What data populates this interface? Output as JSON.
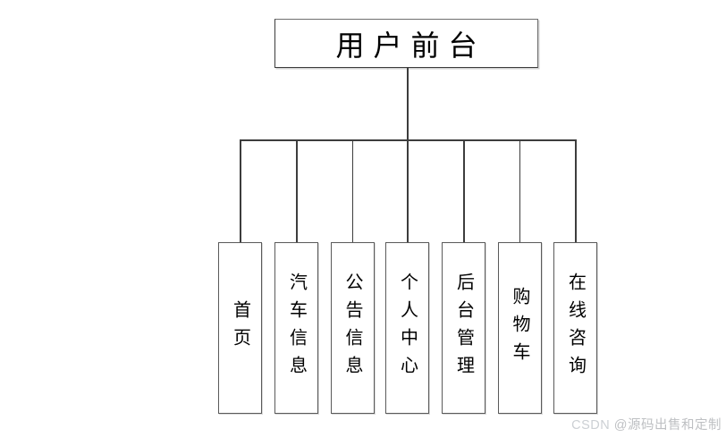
{
  "diagram": {
    "root": {
      "label": "用户前台"
    },
    "children": [
      {
        "label": "首页"
      },
      {
        "label": "汽车信息"
      },
      {
        "label": "公告信息"
      },
      {
        "label": "个人中心"
      },
      {
        "label": "后台管理"
      },
      {
        "label": "购物车"
      },
      {
        "label": "在线咨询"
      }
    ]
  },
  "watermark": {
    "brand": "CSDN ",
    "author": "@源码出售和定制"
  },
  "colors": {
    "background": "#ffffff",
    "connector": "#3d3d3d",
    "box_border": "#5a5a5a",
    "text": "#000000",
    "watermark": "#c5c8cb"
  }
}
